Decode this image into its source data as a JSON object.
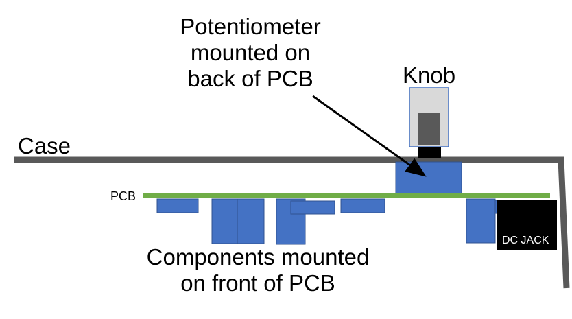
{
  "labels": {
    "potentiometer": [
      "Potentiometer",
      "mounted on",
      "back of PCB"
    ],
    "knob": "Knob",
    "case": "Case",
    "pcb": "PCB",
    "components": [
      "Components mounted",
      "on front of PCB"
    ],
    "dc_jack": "DC JACK"
  },
  "colors": {
    "case": "#595959",
    "pcb": "#70ad47",
    "component_fill": "#4472c4",
    "component_stroke": "#2f528f",
    "knob_outer": "#d9d9d9",
    "knob_outer_stroke": "#4472c4",
    "knob_inner": "#595959",
    "knob_shaft": "#000000",
    "dc_jack": "#000000",
    "arrow": "#000000"
  }
}
